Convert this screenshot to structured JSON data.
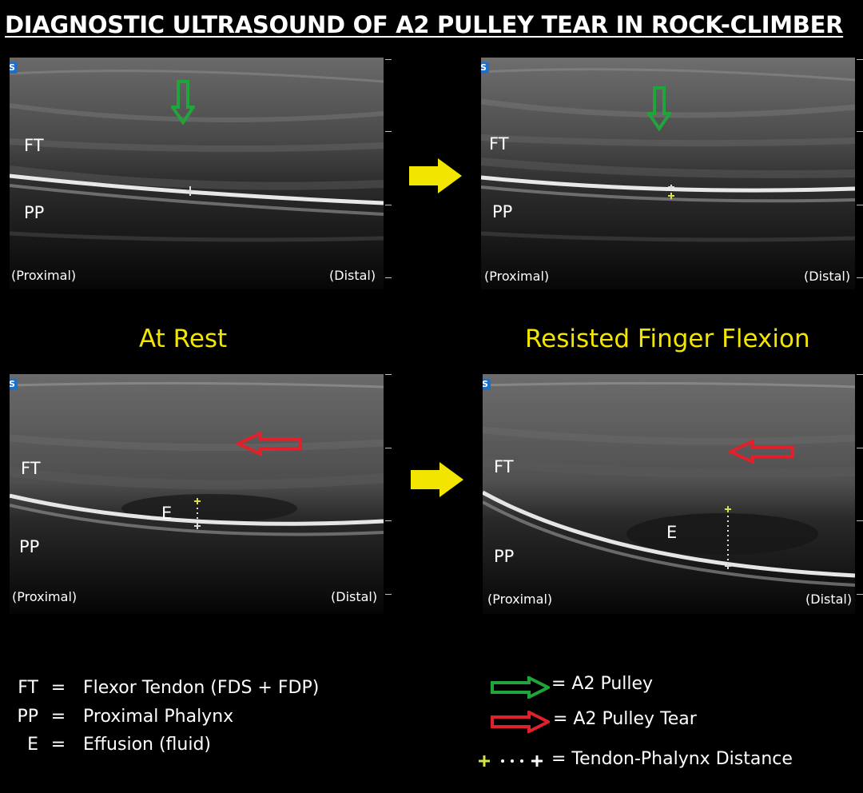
{
  "title": "DIAGNOSTIC ULTRASOUND OF A2 PULLEY TEAR IN ROCK-CLIMBER",
  "captions": {
    "rest": "At Rest",
    "flexion": "Resisted Finger Flexion"
  },
  "panel_labels": {
    "ft": "FT",
    "pp": "PP",
    "e": "E",
    "proximal": "(Proximal)",
    "distal": "(Distal)",
    "logo_glyph": "S"
  },
  "legend": {
    "abbreviations": [
      {
        "abbr": "FT",
        "eq": "=",
        "desc": "Flexor Tendon (FDS + FDP)"
      },
      {
        "abbr": "PP",
        "eq": "=",
        "desc": "Proximal Phalynx"
      },
      {
        "abbr": "E",
        "eq": "=",
        "desc": "Effusion (fluid)"
      }
    ],
    "symbols": [
      {
        "icon": "green-arrow-icon",
        "color": "#1fa53a",
        "text": "= A2 Pulley"
      },
      {
        "icon": "red-arrow-icon",
        "color": "#e0202a",
        "text": "= A2 Pulley Tear"
      },
      {
        "icon": "calipers-icon",
        "color": "#d8e04a",
        "text": "= Tendon-Phalynx Distance"
      }
    ]
  },
  "colors": {
    "caption": "#f2e600",
    "pulley": "#1fa53a",
    "tear": "#e0202a",
    "caliper": "#d8e04a"
  }
}
